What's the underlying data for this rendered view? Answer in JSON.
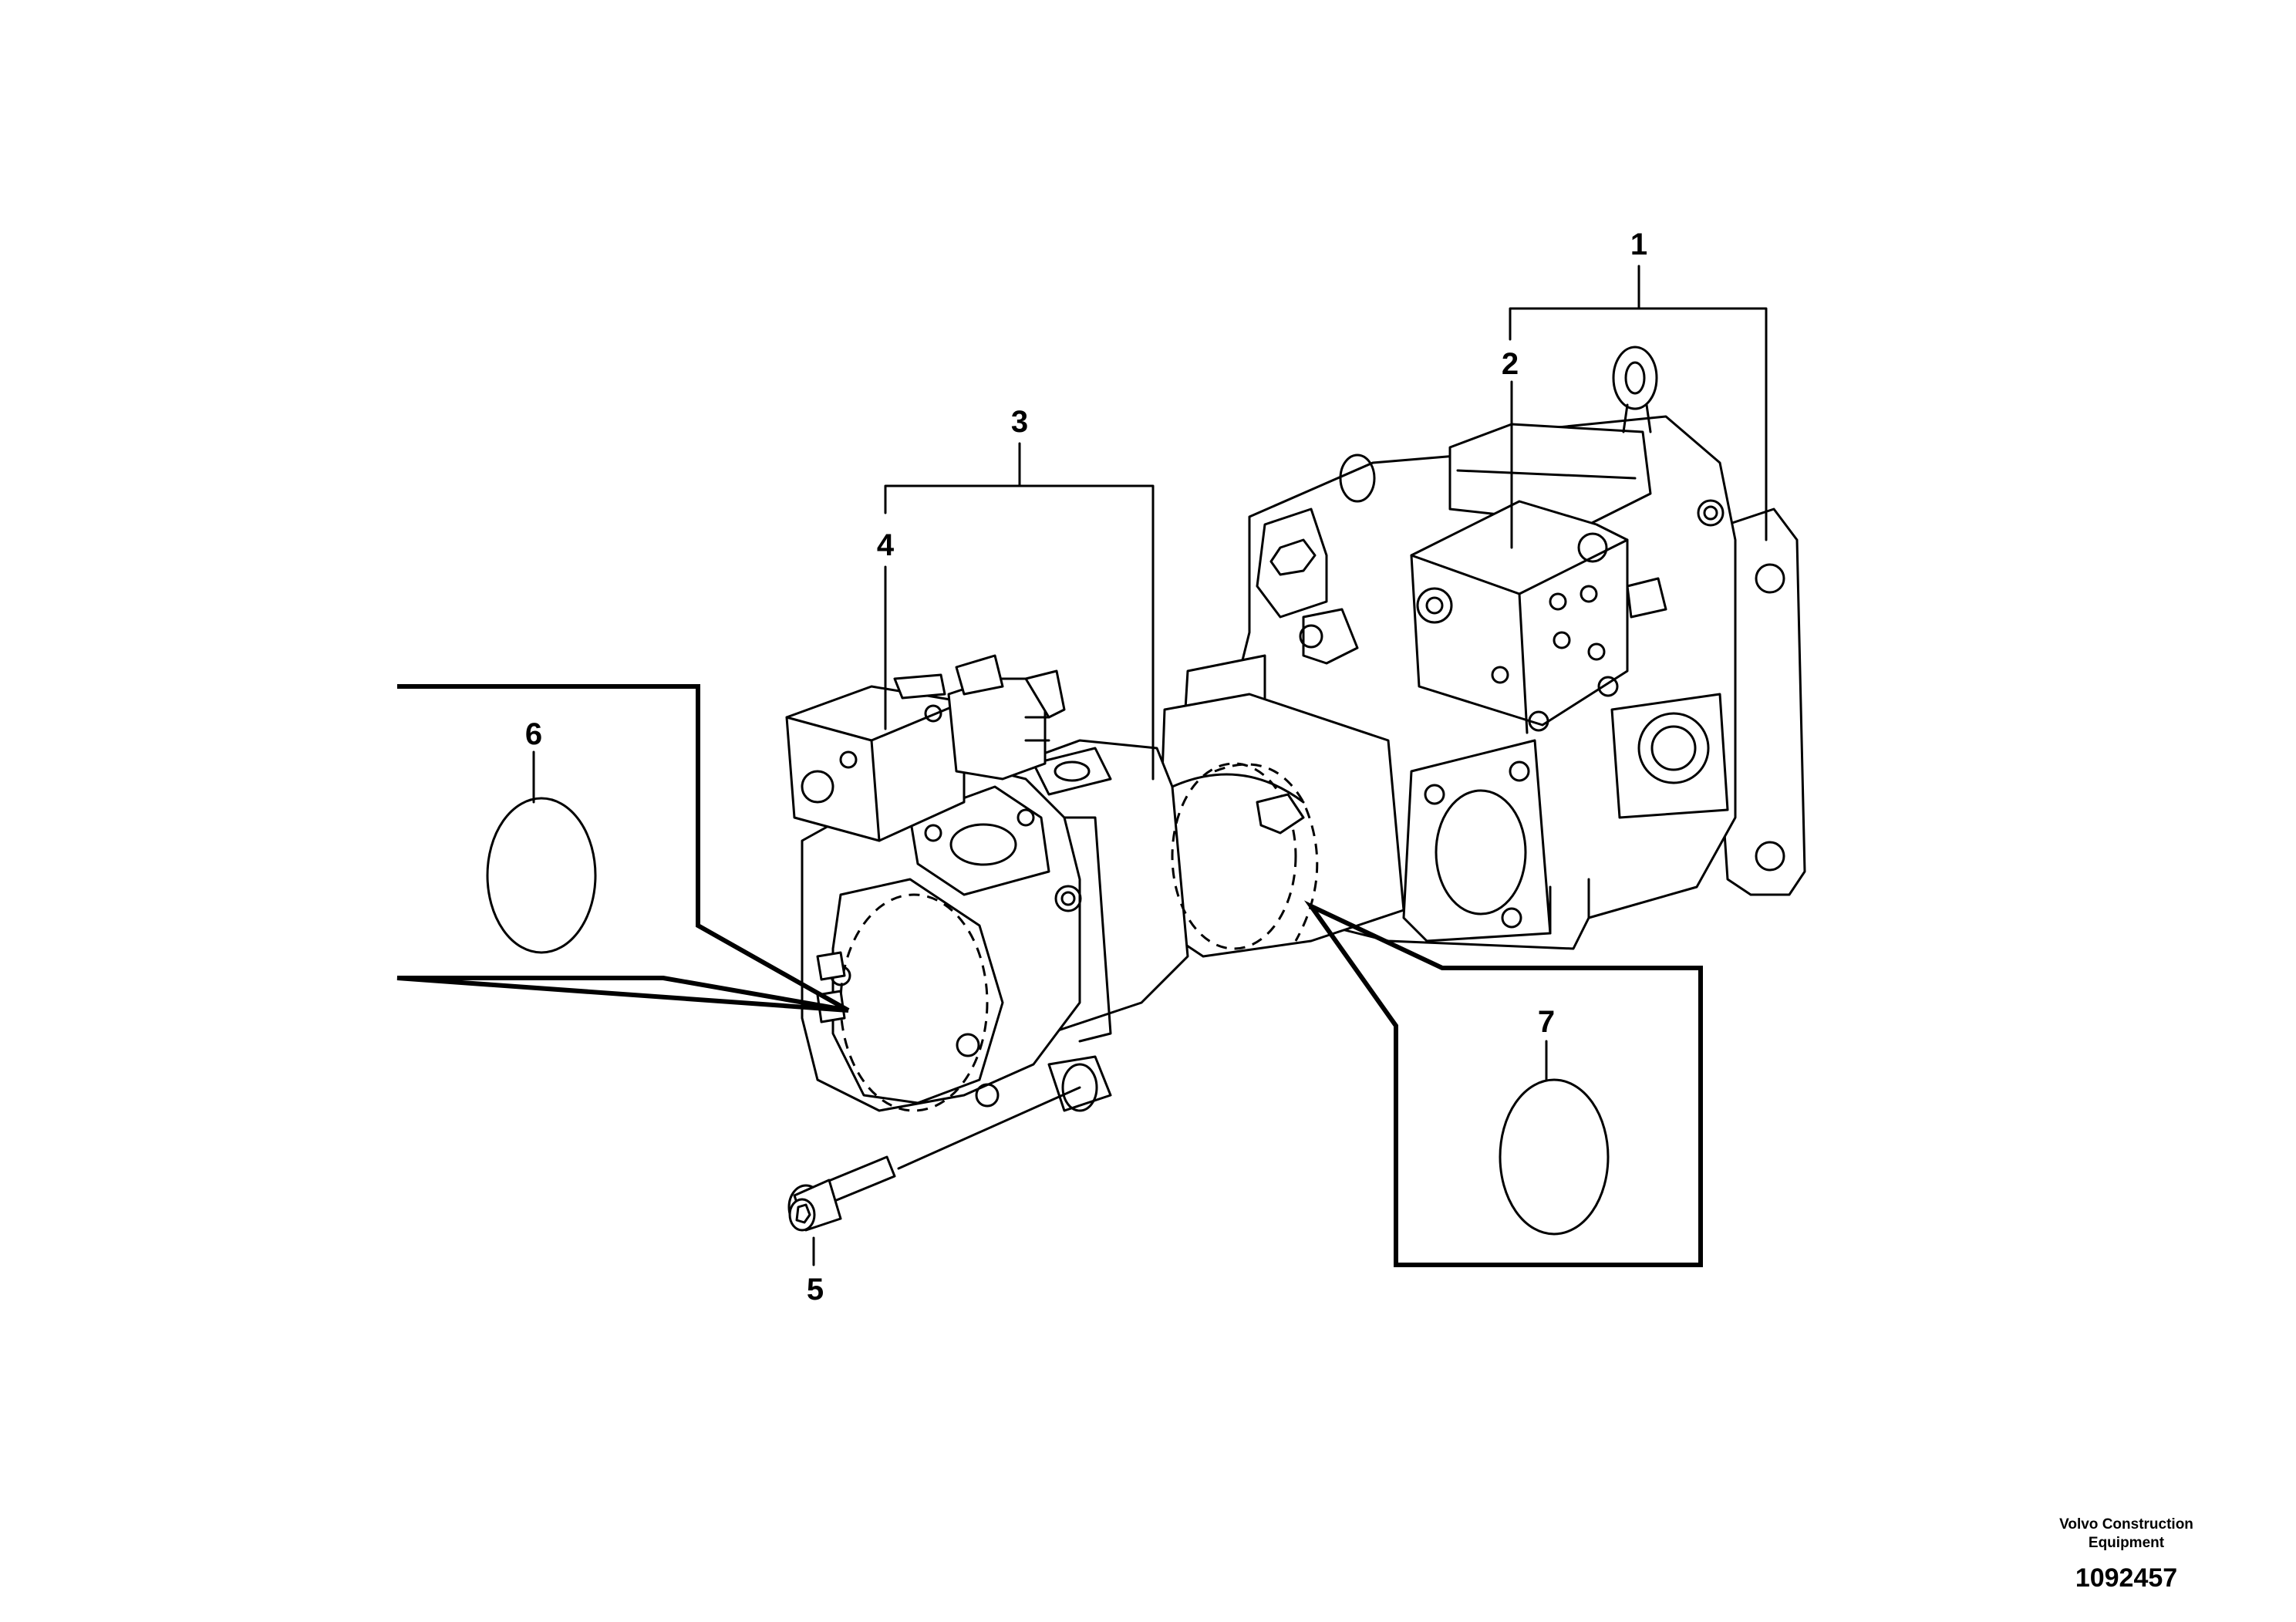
{
  "callouts": [
    {
      "id": "1",
      "label": "1"
    },
    {
      "id": "2",
      "label": "2"
    },
    {
      "id": "3",
      "label": "3"
    },
    {
      "id": "4",
      "label": "4"
    },
    {
      "id": "5",
      "label": "5"
    },
    {
      "id": "6",
      "label": "6"
    },
    {
      "id": "7",
      "label": "7"
    }
  ],
  "credit": {
    "line1": "Volvo Construction",
    "line2": "Equipment",
    "drawing_number": "1092457"
  }
}
